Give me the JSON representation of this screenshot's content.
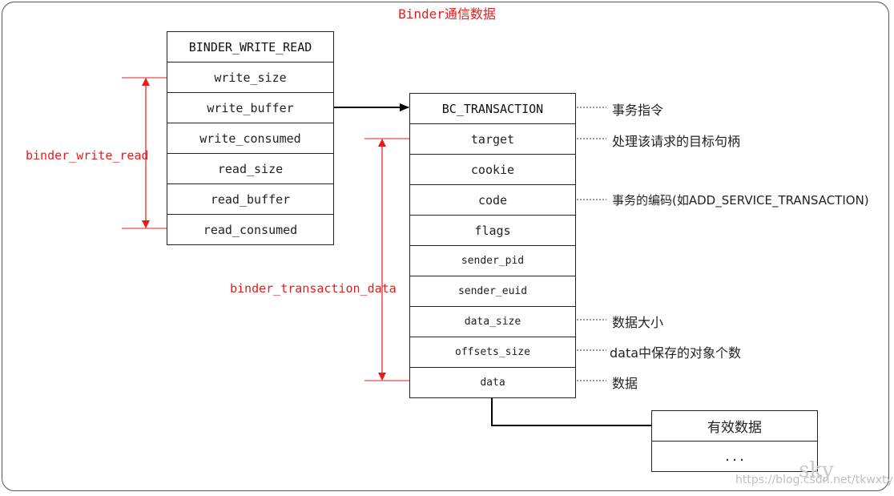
{
  "title": "Binder通信数据",
  "write_read_table": {
    "header": "BINDER_WRITE_READ",
    "rows": [
      "write_size",
      "write_buffer",
      "write_consumed",
      "read_size",
      "read_buffer",
      "read_consumed"
    ]
  },
  "transaction_table": {
    "header": "BC_TRANSACTION",
    "rows": [
      "target",
      "cookie",
      "code",
      "flags",
      "sender_pid",
      "sender_euid",
      "data_size",
      "offsets_size",
      "data"
    ]
  },
  "payload_table": {
    "header": "有效数据",
    "rows": [
      "..."
    ]
  },
  "brackets": {
    "write_read": "binder_write_read",
    "transaction": "binder_transaction_data"
  },
  "annotations": {
    "bc_transaction": "事务指令",
    "target": "处理该请求的目标句柄",
    "code": "事务的编码(如ADD_SERVICE_TRANSACTION)",
    "data_size": "数据大小",
    "offsets_size": "data中保存的对象个数",
    "data": "数据"
  },
  "watermark": {
    "signature": "sky",
    "url": "https://blog.csdn.net/tkwxty"
  }
}
